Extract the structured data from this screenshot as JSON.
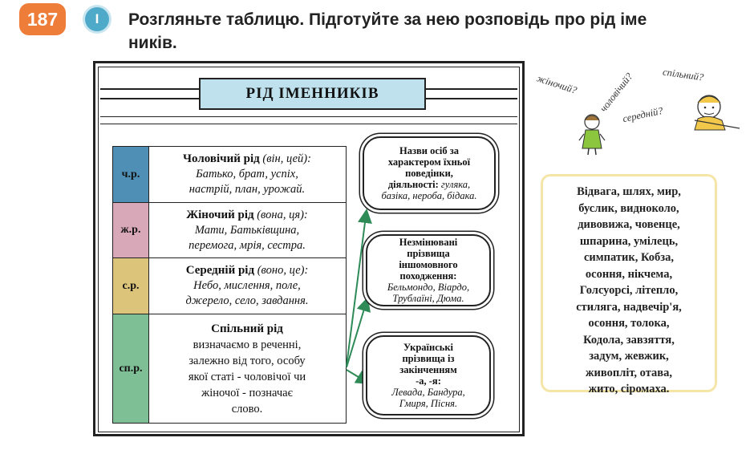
{
  "exercise": {
    "number": "187",
    "level": "I",
    "task_line1": "Розгляньте таблицю. Підготуйте за нею розповідь про рід іме",
    "task_line2": "ників."
  },
  "table": {
    "title": "РІД ІМЕННИКІВ",
    "rows": [
      {
        "abbr": "ч.р.",
        "color": "#4f8fb5",
        "name": "Чоловічий рід",
        "pron": " (він, цей):",
        "ex1": "Батько, брат, успіх,",
        "ex2": "настрій, план, урожай."
      },
      {
        "abbr": "ж.р.",
        "color": "#d8a8b8",
        "name": "Жіночий рід",
        "pron": " (вона, ця):",
        "ex1": "Мати, Батьківщина,",
        "ex2": "перемога, мрія, сестра."
      },
      {
        "abbr": "с.р.",
        "color": "#dcc47a",
        "name": "Середній рід",
        "pron": " (воно, це):",
        "ex1": "Небо, мислення, поле,",
        "ex2": "джерело, село,  завдання."
      },
      {
        "abbr": "сп.р.",
        "color": "#7fbf96",
        "name": "Спільний рід",
        "l1": "визначаємо в реченні,",
        "l2": "залежно від того, особу",
        "l3": "якої статі - чоловічої чи",
        "l4": "жіночої - позначає",
        "l5": "слово."
      }
    ]
  },
  "clouds": [
    {
      "head1": "Назви осіб за",
      "head2": "характером їхньої",
      "head3": "поведінки,",
      "head4": "діяльності:",
      "ex_inline": " гуляка,",
      "ex1": "базіка, нероба, бідака."
    },
    {
      "head1": "Незмінювані",
      "head2": "прізвища",
      "head3": "іншомовного",
      "head4": "походження:",
      "ex1": "Бельмондо, Віардо,",
      "ex2": "Трублаїні, Дюма."
    },
    {
      "head1": "Українські",
      "head2": "прізвища із",
      "head3": "закінченням",
      "head4": "-а, -я:",
      "ex1": "Левада, Бандура,",
      "ex2": "Гмиря, Пісня."
    }
  ],
  "thoughts": [
    "жіночий?",
    "чоловічий?",
    "спільний?",
    "середній?"
  ],
  "words": {
    "lines": [
      "Відвага, шлях, мир,",
      "буслик, видноколо,",
      "дивовижа, човенце,",
      "шпарина, умілець,",
      "симпатик, Кобза,",
      "осоння, нікчема,",
      "Голсуорсі, літепло,",
      "стиляга, надвечір'я,",
      "осоння, толока,",
      "Кодола, завзяття,",
      "задум, жевжик,",
      "живопліт, отава,",
      "жито,  сіромаха."
    ]
  }
}
